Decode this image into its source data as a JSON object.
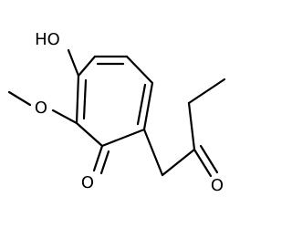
{
  "molecule": {
    "atom_labels": {
      "hydroxyl": "HO",
      "methoxy_oxygen": "O",
      "ketone_oxygen": "O",
      "side_chain_oxygen": "O"
    }
  }
}
